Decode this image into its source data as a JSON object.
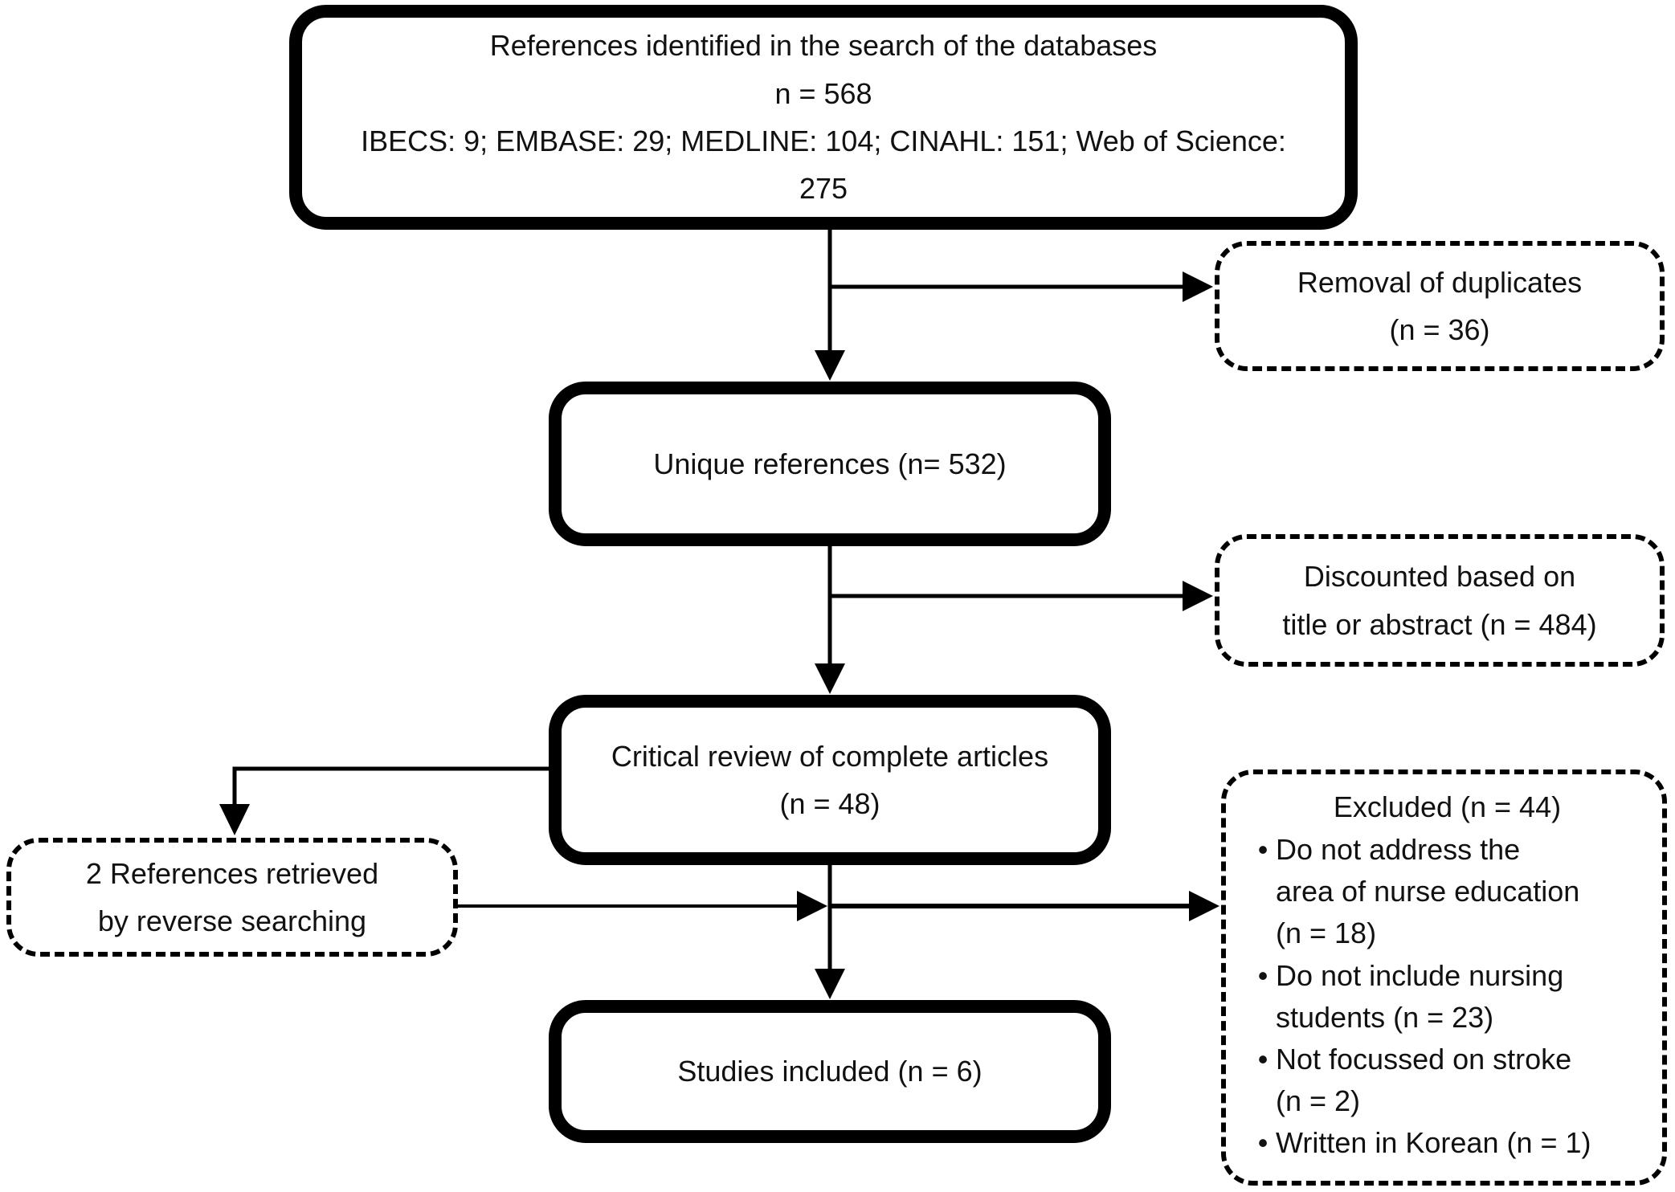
{
  "figure": {
    "colors": {
      "line": "#000000",
      "background": "#ffffff",
      "text": "#111111"
    },
    "bullet_char": "•",
    "boxes": {
      "identified": {
        "style": "solid",
        "text": "References identified in the search of the databases\nn = 568\nIBECS: 9; EMBASE: 29; MEDLINE: 104; CINAHL: 151; Web of Science:\n275"
      },
      "duplicates": {
        "style": "dashed",
        "text": "Removal of duplicates\n(n = 36)"
      },
      "unique": {
        "style": "solid",
        "text": "Unique references (n= 532)"
      },
      "discounted": {
        "style": "dashed",
        "text": "Discounted based on\ntitle or abstract (n = 484)"
      },
      "critical": {
        "style": "solid",
        "text": "Critical review of complete articles\n(n = 48)"
      },
      "reverse": {
        "style": "dashed",
        "text": "2 References retrieved\nby reverse searching"
      },
      "excluded": {
        "style": "dashed",
        "title": "Excluded (n = 44)",
        "bullets": [
          "Do not address the\narea of nurse education\n(n = 18)",
          "Do not include nursing\nstudents (n = 23)",
          "Not focussed on stroke\n(n = 2)",
          "Written in Korean (n = 1)"
        ]
      },
      "included": {
        "style": "solid",
        "text": "Studies included (n = 6)"
      }
    }
  }
}
